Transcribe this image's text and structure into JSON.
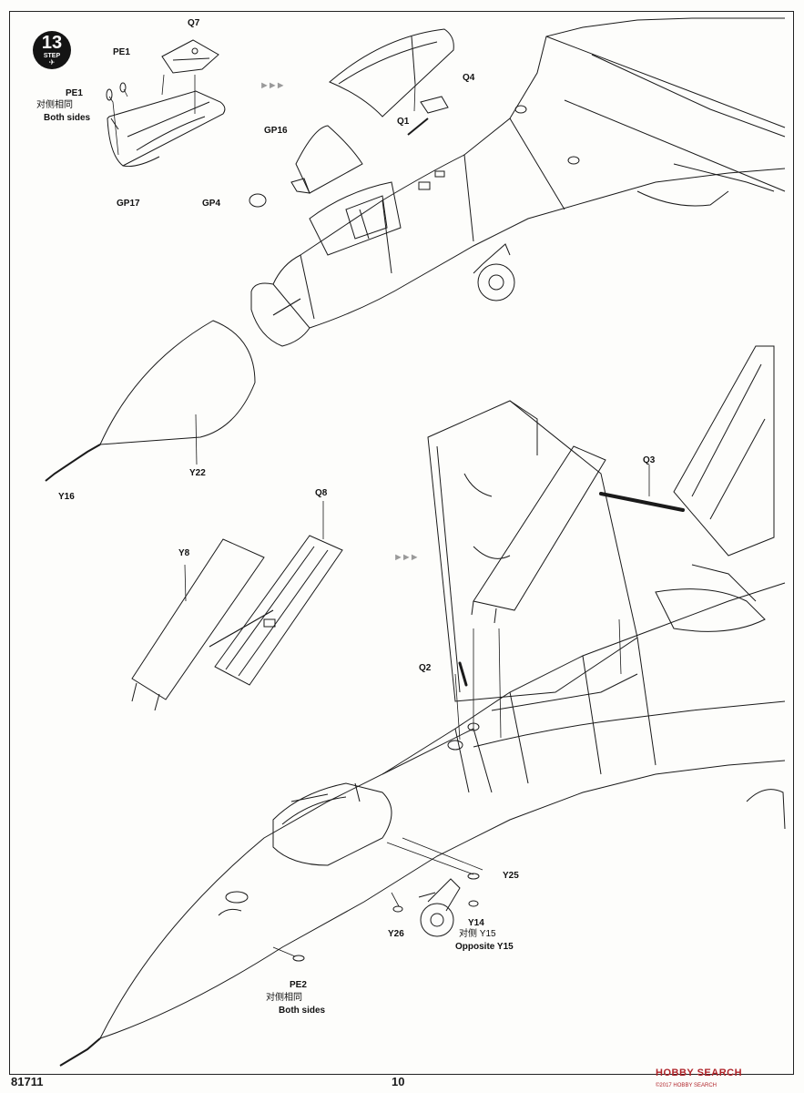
{
  "step": {
    "number": "13",
    "word": "STEP"
  },
  "labels": {
    "pe1_a": "PE1",
    "pe1_b": "PE1",
    "both_sides_cn_1": "对侧相同",
    "both_sides_en_1": "Both sides",
    "gp17": "GP17",
    "q7": "Q7",
    "gp16": "GP16",
    "gp4": "GP4",
    "q1": "Q1",
    "q4": "Q4",
    "y22": "Y22",
    "y16": "Y16",
    "q8": "Q8",
    "y8": "Y8",
    "q3": "Q3",
    "q2": "Q2",
    "y25": "Y25",
    "y14": "Y14",
    "opposite_cn": "对侧 Y15",
    "opposite_en": "Opposite Y15",
    "y26": "Y26",
    "pe2": "PE2",
    "both_sides_cn_2": "对侧相同",
    "both_sides_en_2": "Both sides"
  },
  "footer": {
    "product_code": "81711",
    "page_number": "10",
    "watermark": "HOBBY SEARCH",
    "watermark_sub": "©2017 HOBBY SEARCH"
  },
  "icons": {
    "step_badge": "plane-icon",
    "flow_arrow": "triple-arrow-icon"
  }
}
